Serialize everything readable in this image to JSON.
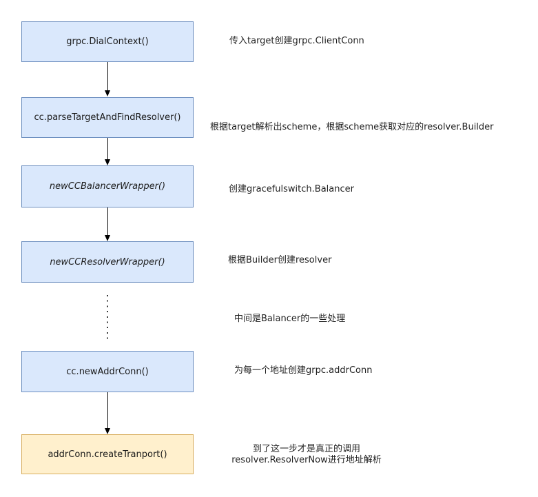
{
  "colors": {
    "box_blue_fill": "#dae8fc",
    "box_blue_border": "#6c8ebf",
    "box_yellow_fill": "#fff0cd",
    "box_yellow_border": "#d8ae5f",
    "arrow": "#000000",
    "text": "#1a1a1a",
    "background": "#ffffff"
  },
  "boxes": [
    {
      "label": "grpc.DialContext()",
      "style": "blue"
    },
    {
      "label": "cc.parseTargetAndFindResolver()",
      "style": "blue"
    },
    {
      "label": "newCCBalancerWrapper()",
      "style": "blue-italic"
    },
    {
      "label": "newCCResolverWrapper()",
      "style": "blue-italic"
    },
    {
      "label": "cc.newAddrConn()",
      "style": "blue"
    },
    {
      "label": "addrConn.createTranport()",
      "style": "yellow"
    }
  ],
  "notes": [
    {
      "text": "传入target创建grpc.ClientConn"
    },
    {
      "text": "根据target解析出scheme，根据scheme获取对应的resolver.Builder"
    },
    {
      "text": "创建gracefulswitch.Balancer"
    },
    {
      "text": "根据Builder创建resolver"
    },
    {
      "text": "中间是Balancer的一些处理"
    },
    {
      "text": "为每一个地址创建grpc.addrConn"
    },
    {
      "line1": "到了这一步才是真正的调用",
      "line2": "resolver.ResolverNow进行地址解析"
    }
  ]
}
